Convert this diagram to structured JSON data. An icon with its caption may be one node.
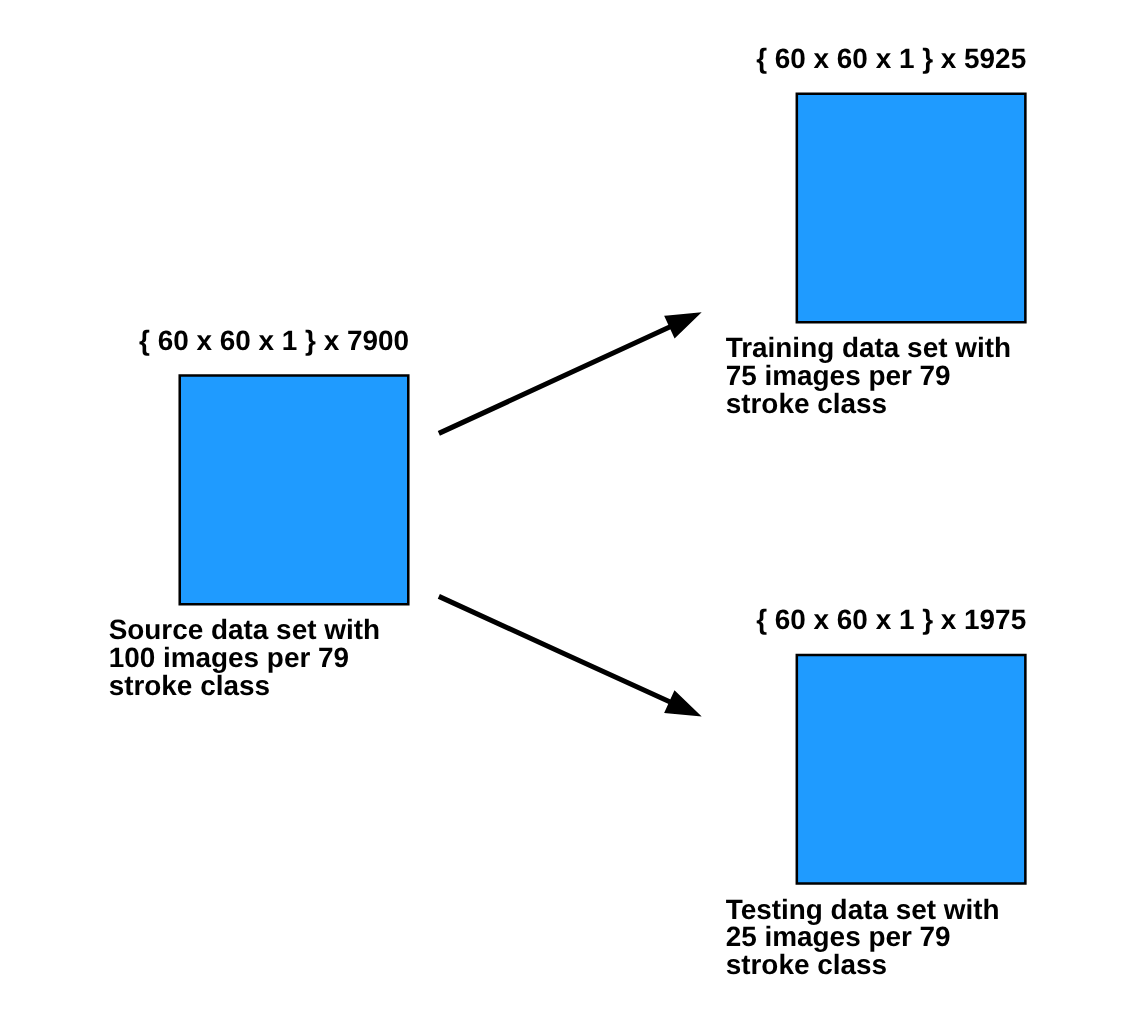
{
  "diagram": {
    "nodes": [
      {
        "text": [
          "{ 60 x 60 x 1 } x 7900",
          "Source data set with 100 images per 79 stroke class"
        ]
      },
      {
        "text": [
          "{ 60 x 60 x 1 } x 5925",
          "Training data set with 75 images per 79 stroke class"
        ]
      },
      {
        "text": [
          "{ 60 x 60 x 1 } x 1975",
          "Testing data set with 25 images per 79 stroke class"
        ]
      }
    ],
    "edges": [
      {
        "from": 0,
        "to": 1,
        "arrow": "to"
      },
      {
        "from": 0,
        "to": 2,
        "arrow": "to"
      }
    ]
  }
}
